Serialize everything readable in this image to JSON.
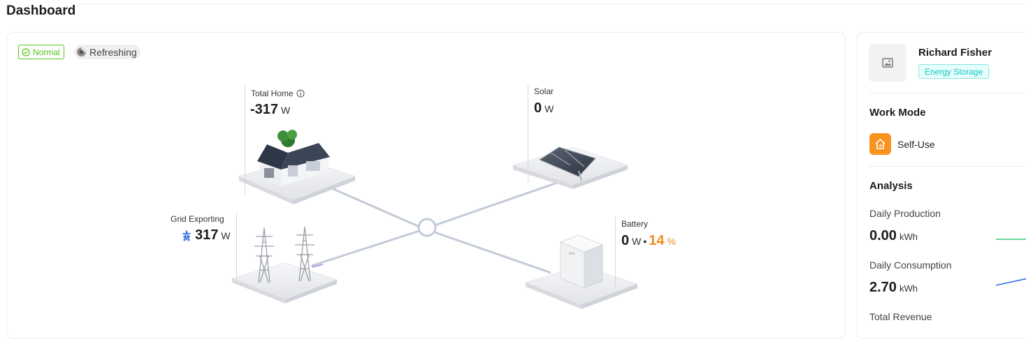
{
  "page": {
    "title": "Dashboard"
  },
  "status": {
    "normal_label": "Normal",
    "refresh_label": "Refreshing"
  },
  "flow": {
    "home": {
      "label": "Total Home",
      "value": "-317",
      "unit": "W"
    },
    "solar": {
      "label": "Solar",
      "value": "0",
      "unit": "W"
    },
    "grid": {
      "label": "Grid Exporting",
      "value": "317",
      "unit": "W"
    },
    "battery": {
      "label": "Battery",
      "value": "0",
      "unit": "W",
      "soc": "14",
      "soc_unit": "%",
      "brand": "Fox"
    }
  },
  "user": {
    "name": "Richard Fisher",
    "tag": "Energy Storage"
  },
  "work_mode": {
    "title": "Work Mode",
    "mode": "Self-Use"
  },
  "analysis": {
    "title": "Analysis",
    "daily_production": {
      "label": "Daily Production",
      "value": "0.00",
      "unit": "kWh"
    },
    "daily_consumption": {
      "label": "Daily Consumption",
      "value": "2.70",
      "unit": "kWh"
    },
    "total_revenue": {
      "label": "Total Revenue"
    }
  },
  "colors": {
    "accent_orange": "#f7931e",
    "normal_green": "#52c41a",
    "tag_cyan": "#13c2c2",
    "production_line": "#3cc77a",
    "consumption_line": "#2f6fe0"
  },
  "icons": {
    "normal": "check-circle-icon",
    "refresh": "loading-icon",
    "info": "info-icon",
    "grid": "transmission-tower-icon",
    "avatar": "image-placeholder-icon",
    "mode": "house-icon"
  }
}
